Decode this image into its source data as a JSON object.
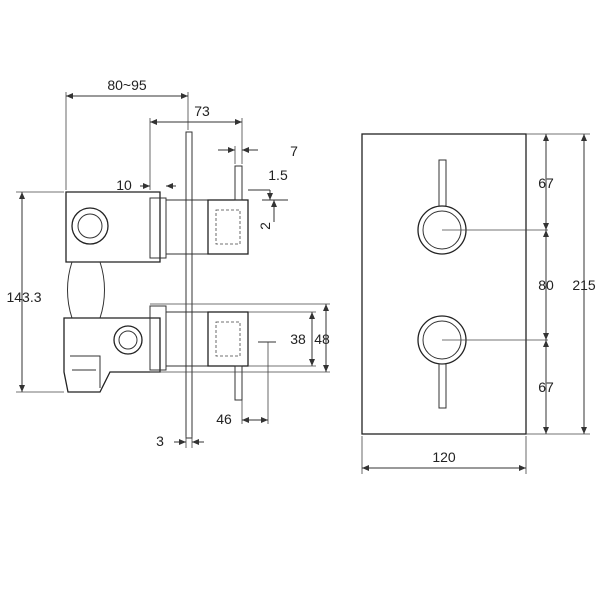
{
  "dimensions": {
    "depth_range": "80~95",
    "front_offset": "73",
    "handle_width": "7",
    "wall_gap": "10",
    "step": "1.5",
    "gap": "2",
    "side_height": "143.3",
    "body_width": "38",
    "flange_width": "48",
    "lever_reach": "46",
    "plate_thickness": "3",
    "top_spacing": "67",
    "centre_spacing": "80",
    "bottom_spacing": "67",
    "plate_height": "215",
    "plate_width": "120"
  }
}
